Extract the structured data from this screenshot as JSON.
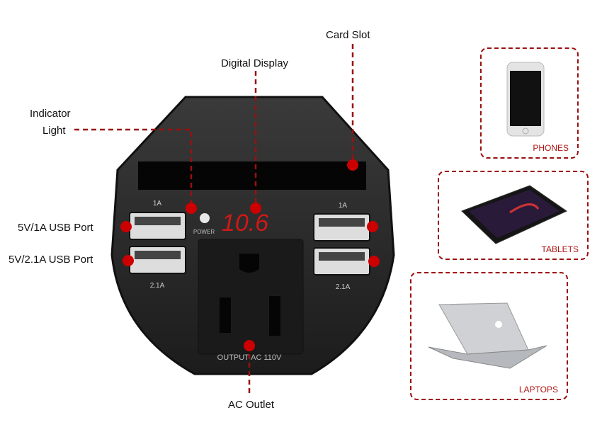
{
  "callouts": {
    "card_slot": "Card Slot",
    "digital_display": "Digital Display",
    "indicator_line1": "Indicator",
    "indicator_line2": "Light",
    "usb_1a": "5V/1A USB Port",
    "usb_21a": "5V/2.1A USB Port",
    "ac_outlet": "AC Outlet"
  },
  "device": {
    "display_value": "10.6",
    "power_label": "POWER",
    "port_top_left": "1A",
    "port_top_right": "1A",
    "port_bottom_left": "2.1A",
    "port_bottom_right": "2.1A",
    "output_label": "OUTPUT AC 110V"
  },
  "devices": {
    "phones": "PHONES",
    "tablets": "TABLETS",
    "laptops": "LAPTOPS"
  },
  "colors": {
    "accent": "#c00000",
    "border": "#9b1010",
    "device_body": "#2a2a2a"
  }
}
